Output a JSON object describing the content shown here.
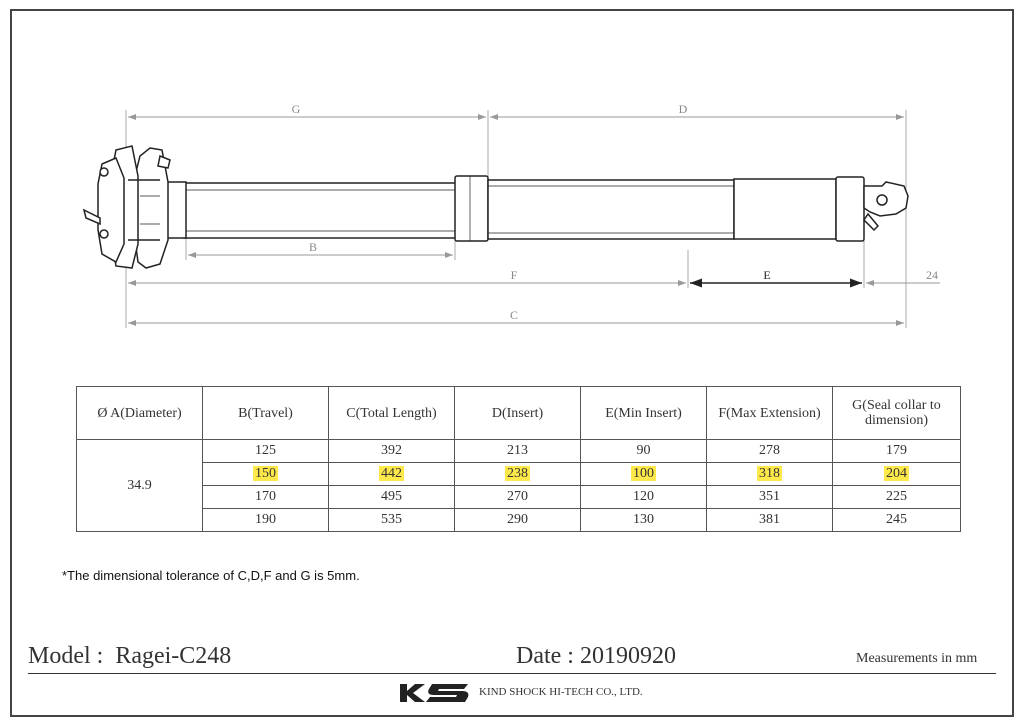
{
  "drawing": {
    "dimension_labels": {
      "G": "G",
      "D": "D",
      "B": "B",
      "F": "F",
      "E": "E",
      "offset": "24",
      "C": "C"
    }
  },
  "table": {
    "headers": [
      "Ø A(Diameter)",
      "B(Travel)",
      "C(Total Length)",
      "D(Insert)",
      "E(Min Insert)",
      "F(Max Extension)",
      "G(Seal collar to dimension)"
    ],
    "diameter": "34.9",
    "rows": [
      [
        "125",
        "392",
        "213",
        "90",
        "278",
        "179"
      ],
      [
        "150",
        "442",
        "238",
        "100",
        "318",
        "204"
      ],
      [
        "170",
        "495",
        "270",
        "120",
        "351",
        "225"
      ],
      [
        "190",
        "535",
        "290",
        "130",
        "381",
        "245"
      ]
    ],
    "highlight_color": "#ffe94a"
  },
  "note": "*The dimensional tolerance of C,D,F and G is 5mm.",
  "footer": {
    "model_label": "Model :",
    "model_value": "Ragei-C248",
    "date_label": "Date :",
    "date_value": "20190920",
    "units": "Measurements in mm",
    "logo_icon": "ks-logo-icon",
    "company": "KIND SHOCK HI-TECH CO., LTD."
  }
}
